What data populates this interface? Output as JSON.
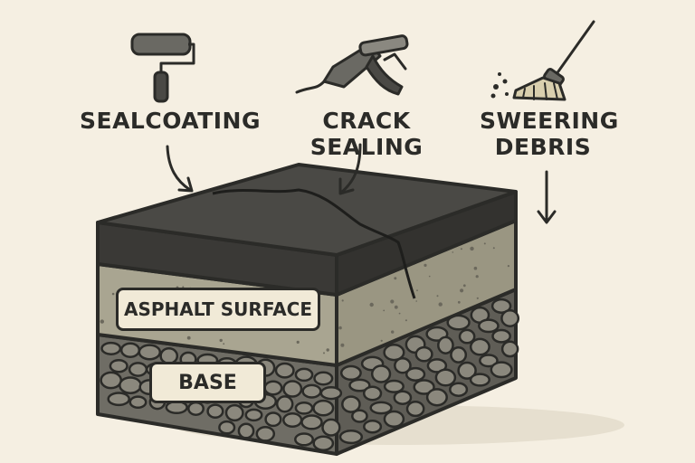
{
  "labels": {
    "sealcoating": "SEALCOATING",
    "crack_sealing": "CRACK SEALING",
    "sweeping_line1": "SWEERING",
    "sweeping_line2": "DEBRIS"
  },
  "layers": {
    "asphalt_surface": "ASPHALT SURFACE",
    "base": "BASE"
  },
  "colors": {
    "background": "#f5efe2",
    "asphalt_top": "#4a4945",
    "asphalt_side": "#3a3936",
    "surface_layer": "#a9a591",
    "base_layer": "#6f6d65",
    "stone": "#8b887d",
    "ink": "#2b2b28",
    "tag_fill": "#f1ead7"
  },
  "icons": [
    "paint-roller-icon",
    "caulk-gun-icon",
    "broom-icon"
  ]
}
